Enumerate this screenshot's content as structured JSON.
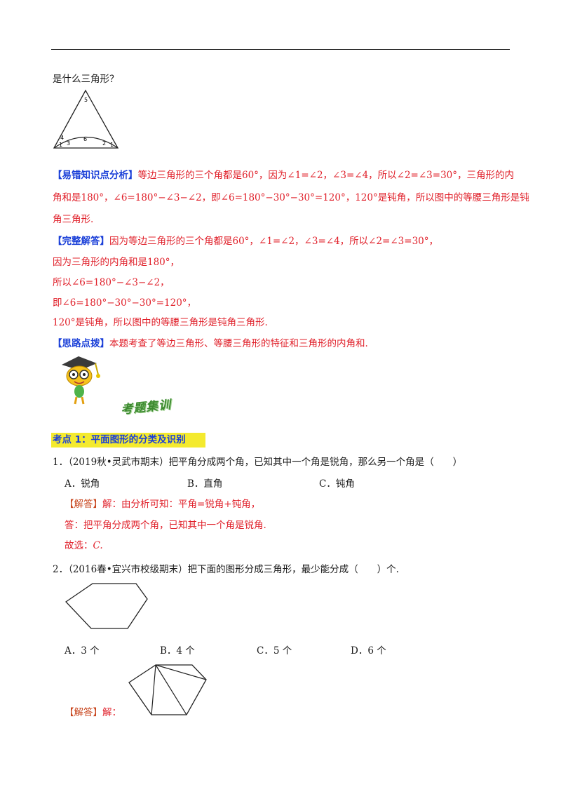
{
  "intro_line": "是什么三角形？",
  "triangle_labels": [
    "5",
    "4",
    "1",
    "3",
    "6",
    "2",
    "1"
  ],
  "analysis": {
    "tag": "【易错知识点分析】",
    "line1": "等边三角形的三个角都是60°，因为∠1=∠2，∠3=∠4，所以∠2=∠3=30°，三角形的内",
    "line2": "角和是180°，∠6=180°−∠3−∠2，即∠6=180°−30°−30°=120°，120°是钝角，所以图中的等腰三角形是钝",
    "line3": "角三角形."
  },
  "full_answer": {
    "tag": "【完整解答】",
    "line1": "因为等边三角形的三个角都是60°，∠1=∠2，∠3=∠4，所以∠2=∠3=30°，",
    "line2": "因为三角形的内角和是180°，",
    "line3": "所以∠6=180°−∠3−∠2，",
    "line4": "即∠6=180°−30°−30°=120°，",
    "line5": "120°是钝角，所以图中的等腰三角形是钝角三角形."
  },
  "tip": {
    "tag": "【思路点拨】",
    "text": "本题考查了等边三角形、等腰三角形的特征和三角形的内角和."
  },
  "banner": "考题集训",
  "section": "考点 1：平面图形的分类及识别",
  "q1": {
    "stem": "1．（2019秋•灵武市期末）把平角分成两个角，已知其中一个角是锐角，那么另一个角是（　　）",
    "options": [
      "A．锐角",
      "B．直角",
      "C．钝角"
    ],
    "answer_tag": "【解答】",
    "answer_line1": "解：由分析可知：平角=锐角+钝角，",
    "answer_line2": "答：把平角分成两个角，已知其中一个角是锐角.",
    "choice_prefix": "故选：",
    "choice": "C."
  },
  "q2": {
    "stem": "2．（2016春•宜兴市校级期末）把下面的图形分成三角形，最少能分成（　　）个.",
    "options": [
      "A．3 个",
      "B．4 个",
      "C．5 个",
      "D．6 个"
    ],
    "answer_tag": "【解答】",
    "answer_text": "解："
  }
}
